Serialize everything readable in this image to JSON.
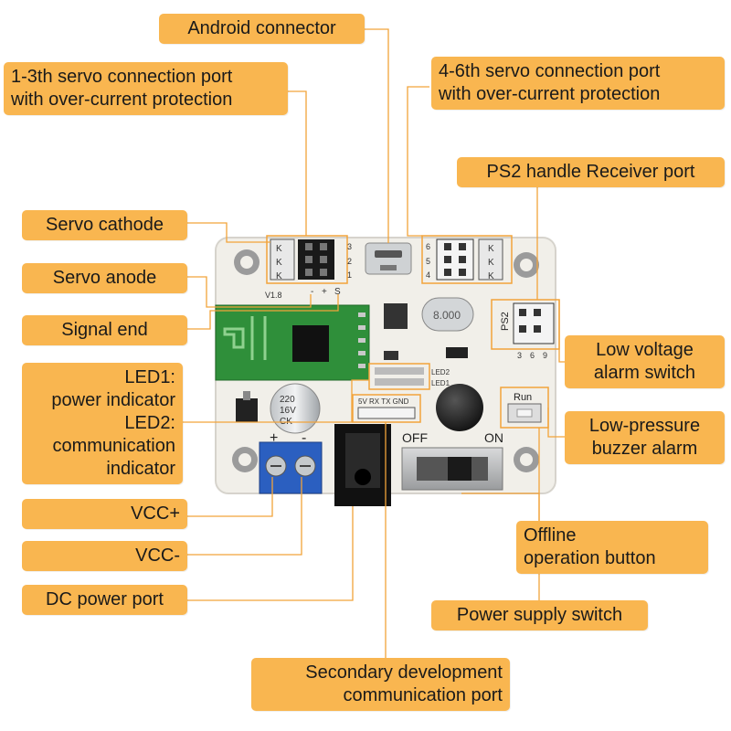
{
  "labels": {
    "android_connector": "Android connector",
    "servo_port_1_3": [
      "1-3th servo connection port",
      "with over-current protection"
    ],
    "servo_port_4_6": [
      "4-6th servo connection port",
      "with over-current protection"
    ],
    "ps2_receiver_port": "PS2 handle Receiver port",
    "servo_cathode": "Servo cathode",
    "servo_anode": "Servo anode",
    "signal_end": "Signal end",
    "led_indicators": [
      "LED1:",
      "power indicator",
      "LED2:",
      "communication",
      "indicator"
    ],
    "low_voltage_alarm_switch": [
      "Low voltage",
      "alarm switch"
    ],
    "low_pressure_buzzer_alarm": [
      "Low-pressure",
      "buzzer alarm"
    ],
    "vcc_plus": "VCC+",
    "vcc_minus": "VCC-",
    "dc_power_port": "DC power port",
    "offline_operation_button": [
      "Offline",
      "operation button"
    ],
    "power_supply_switch": "Power supply switch",
    "secondary_dev_port": [
      "Secondary development",
      "communication port"
    ]
  },
  "board_markings": {
    "version": "V1.8",
    "pin_k": "K",
    "ps2": "PS2",
    "crystal": "8.000",
    "led2": "LED2",
    "led1": "LED1",
    "header_pins": "5V RX TX GND",
    "capacitor": [
      "220",
      "16V",
      "CK"
    ],
    "terminal_plus": "+",
    "terminal_minus": "-",
    "switch_off": "OFF",
    "switch_on": "ON",
    "run": "Run",
    "pin_minus": "-",
    "pin_plus": "+",
    "pin_s": "S",
    "pin_1": "1",
    "pin_2": "2",
    "pin_3": "3",
    "pin_4": "4",
    "pin_5": "5",
    "pin_6": "6",
    "pin_9": "9"
  },
  "colors": {
    "label_bg": "#f9b650",
    "board": "#f1efe9",
    "wifi_module": "#2f8f3a",
    "terminal_block": "#2b5fc0",
    "leader_line": "#f2a33a"
  }
}
